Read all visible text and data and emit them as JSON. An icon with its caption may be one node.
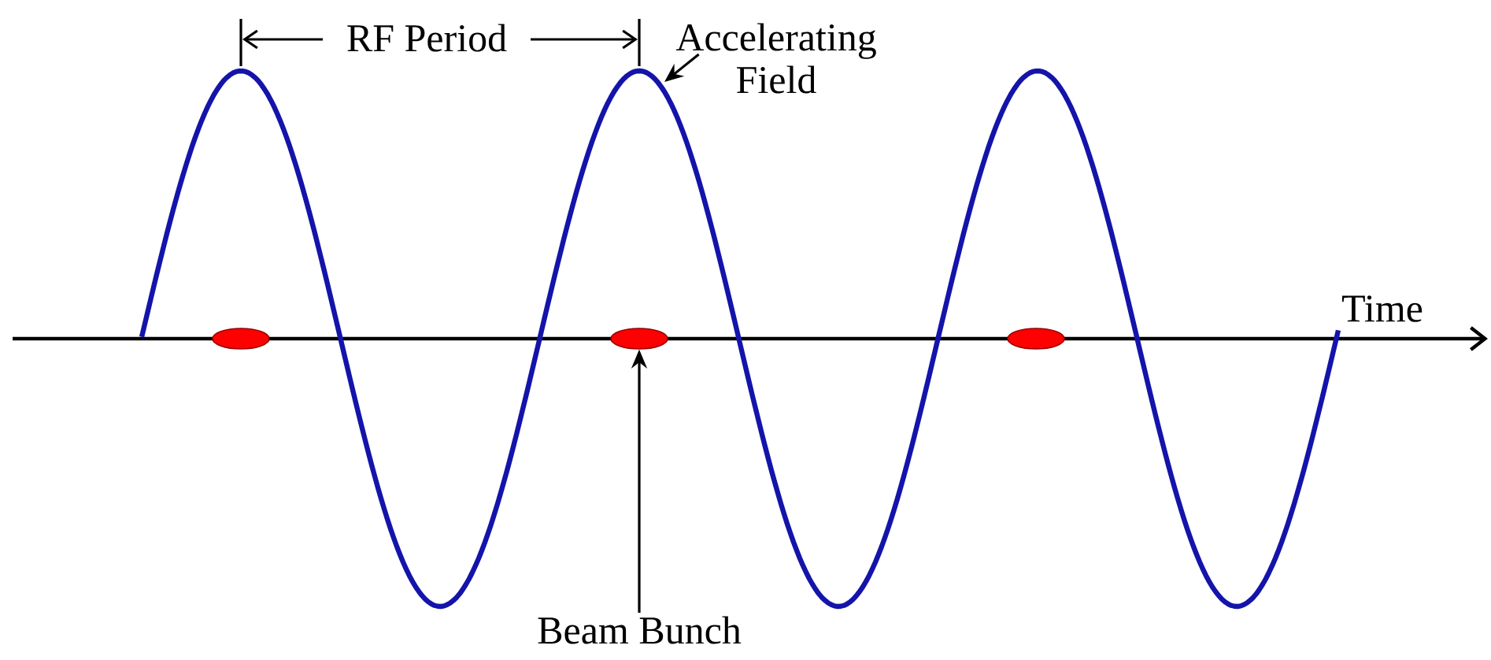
{
  "diagram": {
    "nodes": [
      {
        "text": [
          "Accelerating Field"
        ]
      },
      {
        "text": [],
        "shape": "ellipse"
      },
      {
        "text": [],
        "shape": "ellipse"
      },
      {
        "text": [],
        "shape": "ellipse"
      },
      {
        "text": [
          "Beam Bunch"
        ]
      }
    ],
    "edges": [
      {
        "from": 0,
        "to": null,
        "arrow": "to"
      },
      {
        "from": 4,
        "to": 2,
        "arrow": "to"
      }
    ],
    "labels": [
      "RF Period",
      "Time"
    ]
  }
}
